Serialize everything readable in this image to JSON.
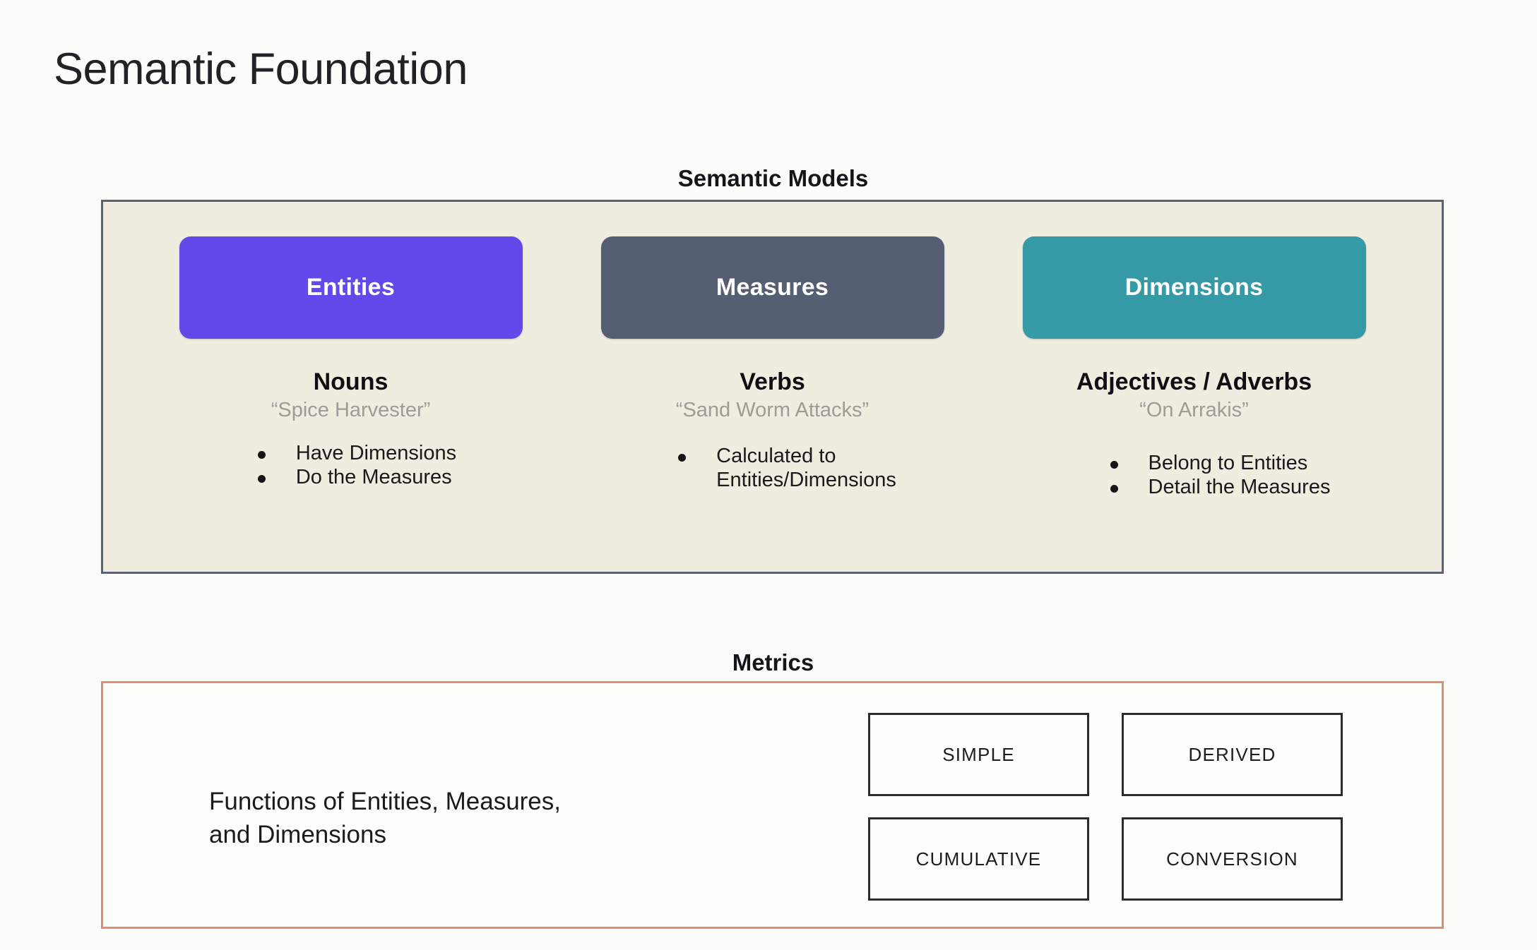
{
  "slide": {
    "title": "Semantic Foundation",
    "background_color": "#fcfcfa"
  },
  "semantic_models": {
    "heading": "Semantic Models",
    "panel_background": "#efece0",
    "panel_border_color": "#5b6372",
    "columns": [
      {
        "card_label": "Entities",
        "card_color": "#6348ea",
        "part_of_speech": "Nouns",
        "example": "“Spice Harvester”",
        "bullets": [
          "Have Dimensions",
          "Do the Measures"
        ]
      },
      {
        "card_label": "Measures",
        "card_color": "#555e72",
        "part_of_speech": "Verbs",
        "example": "“Sand Worm Attacks”",
        "bullets": [
          "Calculated to\nEntities/Dimensions"
        ]
      },
      {
        "card_label": "Dimensions",
        "card_color": "#359aa6",
        "part_of_speech": "Adjectives / Adverbs",
        "example": "“On Arrakis”",
        "bullets": [
          "Belong to Entities",
          "Detail the Measures"
        ]
      }
    ]
  },
  "metrics": {
    "heading": "Metrics",
    "panel_border_color": "#dd9070",
    "description": "Functions of Entities, Measures,\nand Dimensions",
    "types": [
      "SIMPLE",
      "DERIVED",
      "CUMULATIVE",
      "CONVERSION"
    ]
  }
}
